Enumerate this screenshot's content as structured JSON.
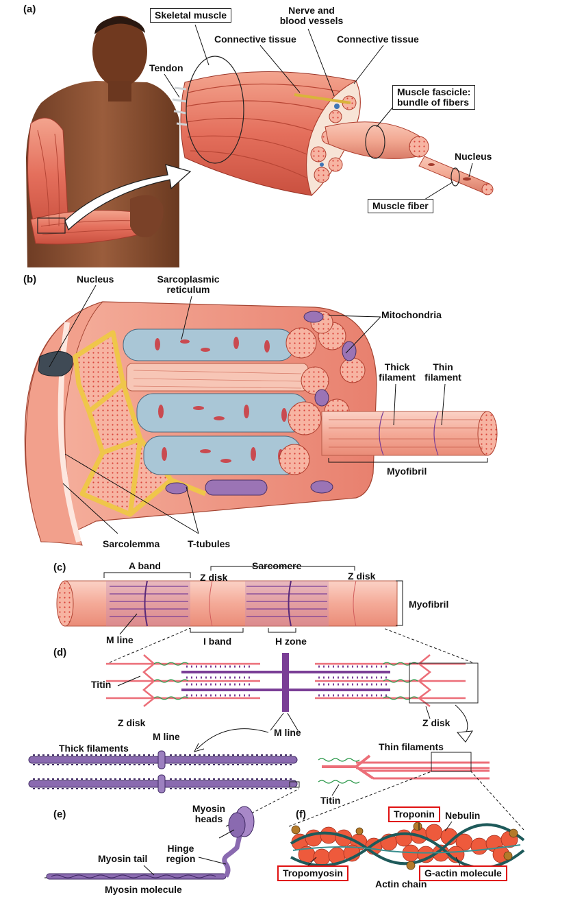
{
  "panels": {
    "a": "(a)",
    "b": "(b)",
    "c": "(c)",
    "d": "(d)",
    "e": "(e)",
    "f": "(f)"
  },
  "a": {
    "skeletal_muscle": "Skeletal muscle",
    "tendon": "Tendon",
    "connective_tissue_1": "Connective tissue",
    "nerve_vessels_1": "Nerve and",
    "nerve_vessels_2": "blood vessels",
    "connective_tissue_2": "Connective tissue",
    "fascicle_1": "Muscle fascicle:",
    "fascicle_2": "bundle of fibers",
    "nucleus": "Nucleus",
    "muscle_fiber": "Muscle fiber"
  },
  "b": {
    "nucleus": "Nucleus",
    "sr_1": "Sarcoplasmic",
    "sr_2": "reticulum",
    "mitochondria": "Mitochondria",
    "thick_1": "Thick",
    "thick_2": "filament",
    "thin_1": "Thin",
    "thin_2": "filament",
    "myofibril": "Myofibril",
    "sarcolemma": "Sarcolemma",
    "t_tubules": "T-tubules"
  },
  "c": {
    "a_band": "A band",
    "sarcomere": "Sarcomere",
    "z_disk_left": "Z disk",
    "z_disk_right": "Z disk",
    "myofibril": "Myofibril",
    "m_line": "M line",
    "i_band": "I band",
    "h_zone": "H zone"
  },
  "d": {
    "titin": "Titin",
    "z_disk_left": "Z disk",
    "m_line_center": "M line",
    "z_disk_right": "Z disk",
    "m_line_small": "M line",
    "thick_filaments": "Thick filaments",
    "thin_filaments": "Thin filaments",
    "titin_lower": "Titin"
  },
  "e": {
    "myosin_heads_1": "Myosin",
    "myosin_heads_2": "heads",
    "hinge_1": "Hinge",
    "hinge_2": "region",
    "myosin_tail": "Myosin tail",
    "myosin_molecule": "Myosin molecule"
  },
  "f": {
    "troponin": "Troponin",
    "nebulin": "Nebulin",
    "tropomyosin": "Tropomyosin",
    "g_actin": "G-actin molecule",
    "actin_chain": "Actin chain"
  },
  "colors": {
    "muscle_red": "#e8806e",
    "muscle_light": "#f6b9a6",
    "sr_blue": "#a9c6d6",
    "t_tubule_yellow": "#f0d36a",
    "myosin_purple": "#7a3e96",
    "actin_pink": "#ec6e78",
    "titin_green": "#2f9a4d",
    "highlight_red": "#e01010",
    "skin": "#8a5236"
  }
}
